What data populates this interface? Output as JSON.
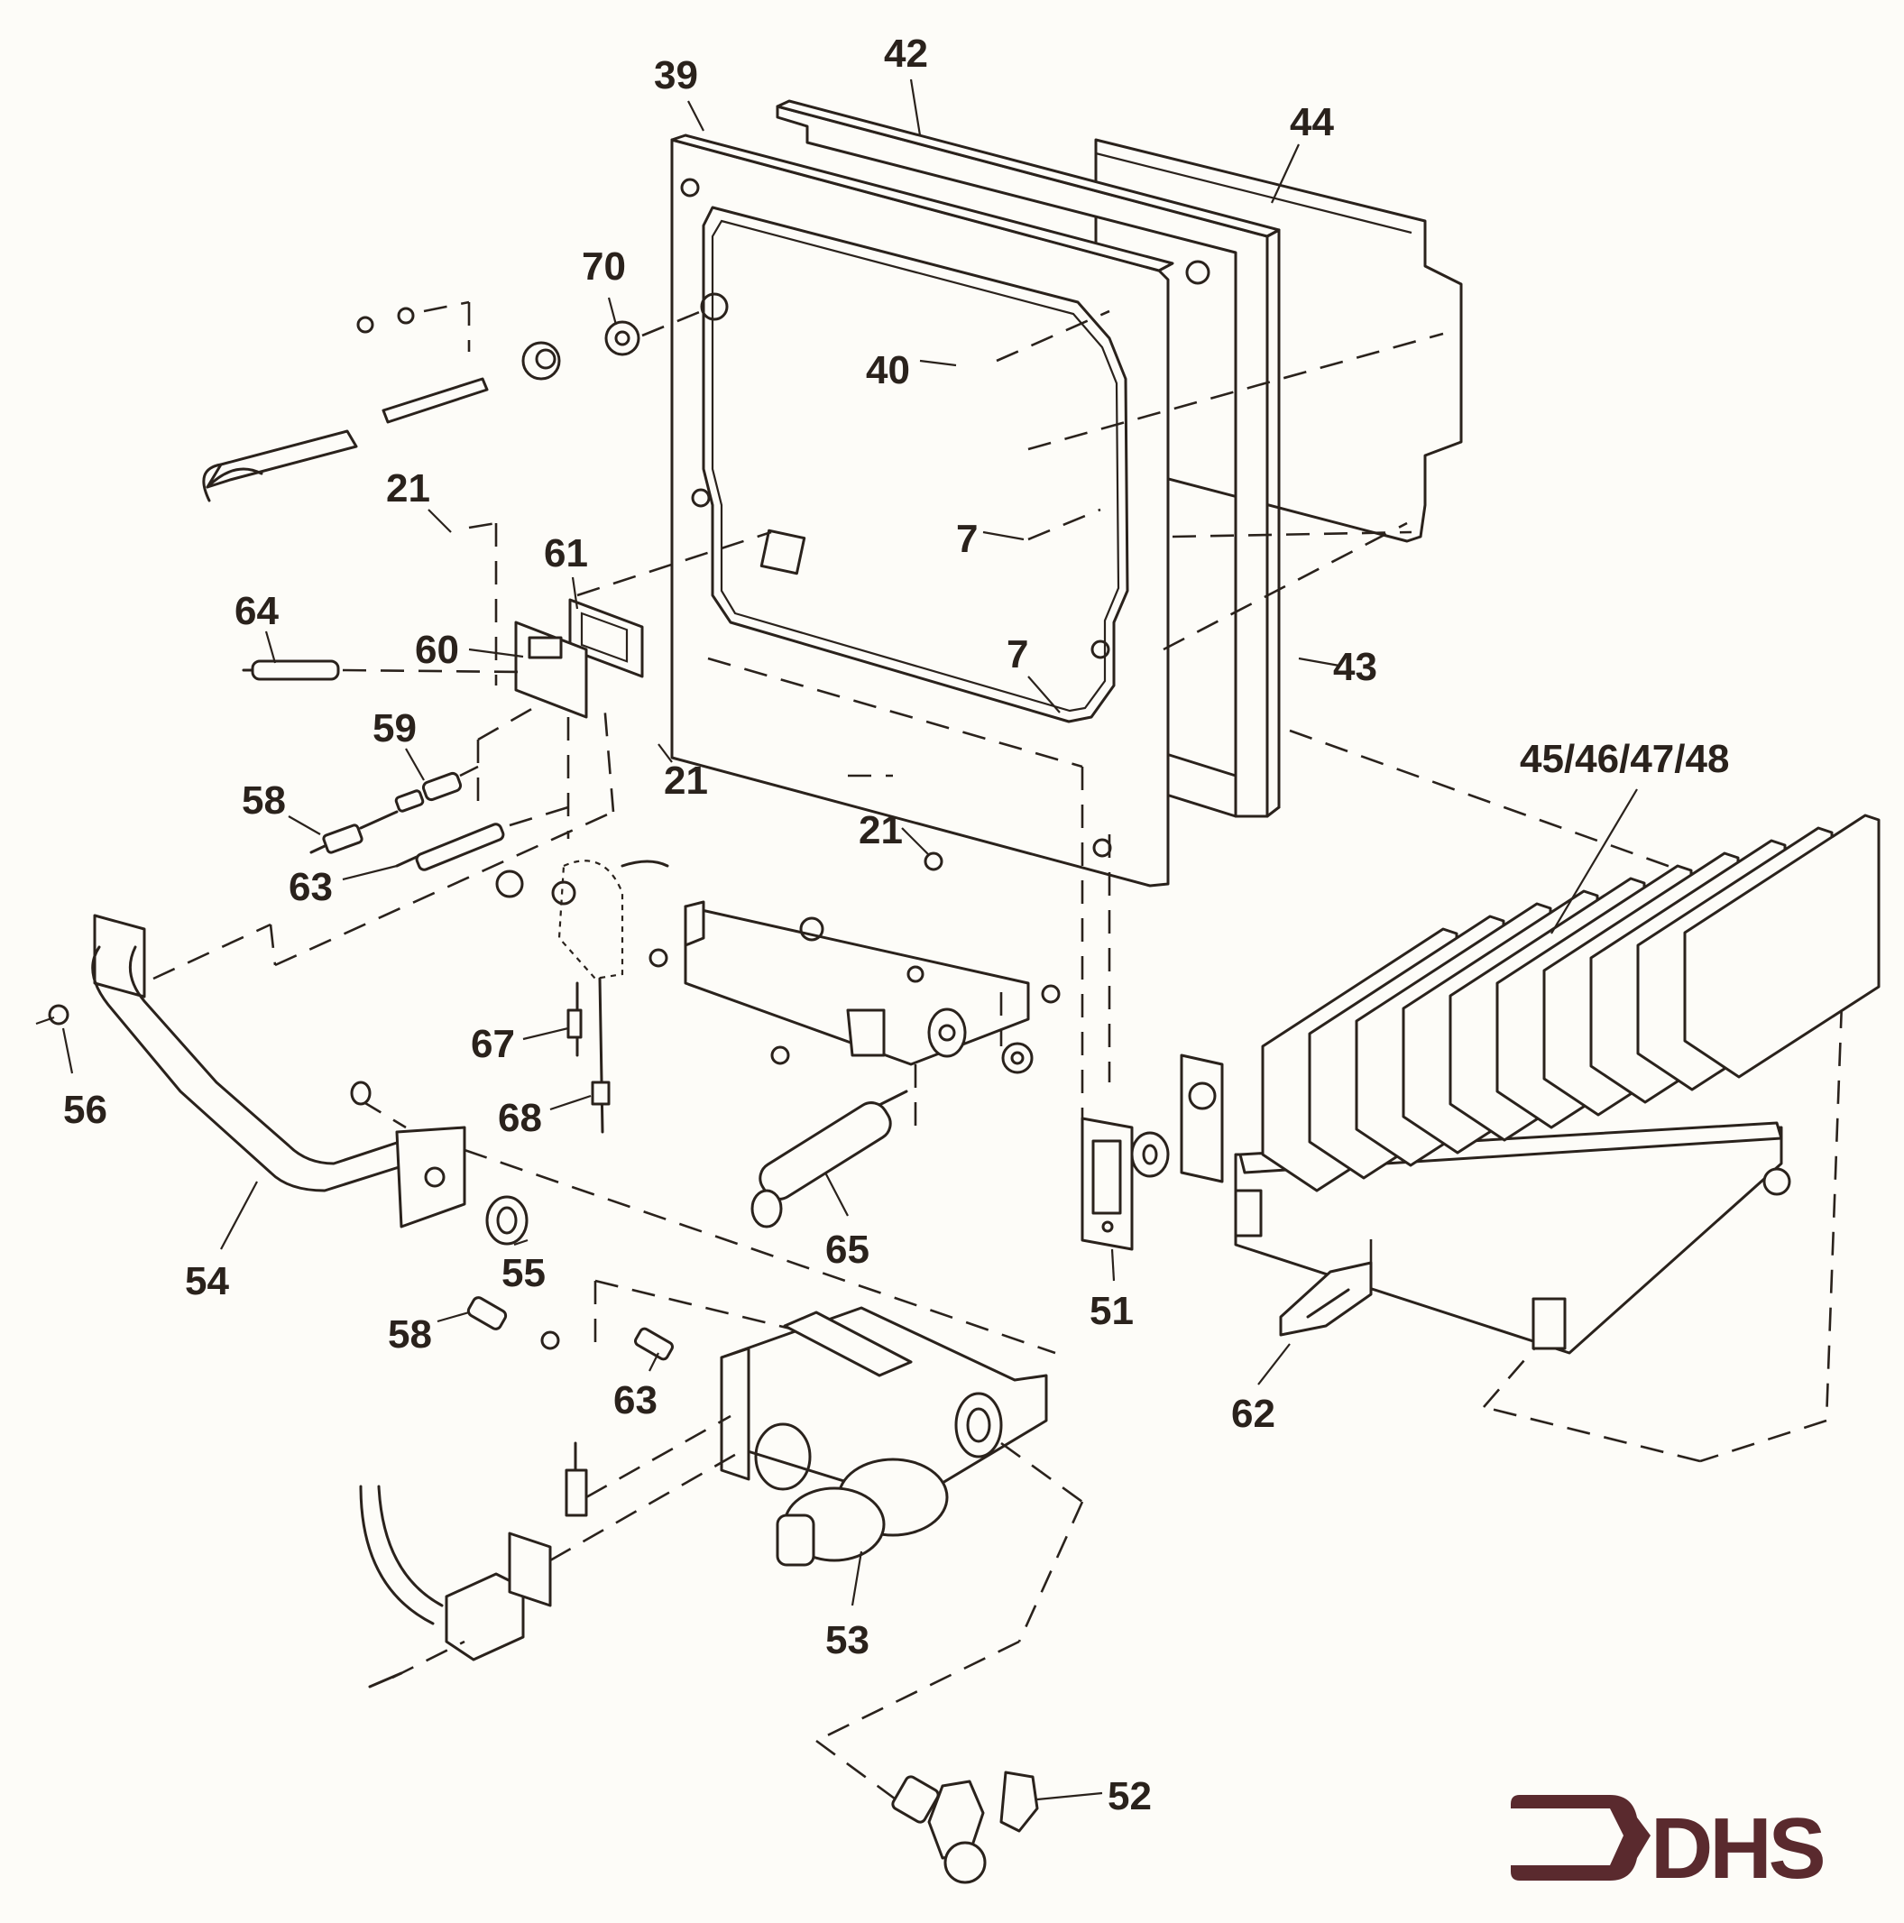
{
  "diagram": {
    "title": "Exploded parts view - burner, gas valve and combustion chamber assembly",
    "part_labels": [
      {
        "id": "p39",
        "text": "39"
      },
      {
        "id": "p42",
        "text": "42"
      },
      {
        "id": "p44",
        "text": "44"
      },
      {
        "id": "p70",
        "text": "70"
      },
      {
        "id": "p40",
        "text": "40"
      },
      {
        "id": "p21a",
        "text": "21"
      },
      {
        "id": "p61",
        "text": "61"
      },
      {
        "id": "p7a",
        "text": "7"
      },
      {
        "id": "p64",
        "text": "64"
      },
      {
        "id": "p60",
        "text": "60"
      },
      {
        "id": "p7b",
        "text": "7"
      },
      {
        "id": "p43",
        "text": "43"
      },
      {
        "id": "p59",
        "text": "59"
      },
      {
        "id": "p21b",
        "text": "21"
      },
      {
        "id": "p58a",
        "text": "58"
      },
      {
        "id": "p45",
        "text": "45/46/47/48"
      },
      {
        "id": "p21c",
        "text": "21"
      },
      {
        "id": "p63a",
        "text": "63"
      },
      {
        "id": "p67",
        "text": "67"
      },
      {
        "id": "p56",
        "text": "56"
      },
      {
        "id": "p68",
        "text": "68"
      },
      {
        "id": "p54",
        "text": "54"
      },
      {
        "id": "p55",
        "text": "55"
      },
      {
        "id": "p65",
        "text": "65"
      },
      {
        "id": "p51",
        "text": "51"
      },
      {
        "id": "p58b",
        "text": "58"
      },
      {
        "id": "p63b",
        "text": "63"
      },
      {
        "id": "p62",
        "text": "62"
      },
      {
        "id": "p53",
        "text": "53"
      },
      {
        "id": "p52",
        "text": "52"
      }
    ]
  },
  "logo": {
    "text": "DHS",
    "color": "#5a2a2e"
  },
  "colors": {
    "ink": "#2a221c",
    "paper": "#fdfcf8"
  }
}
